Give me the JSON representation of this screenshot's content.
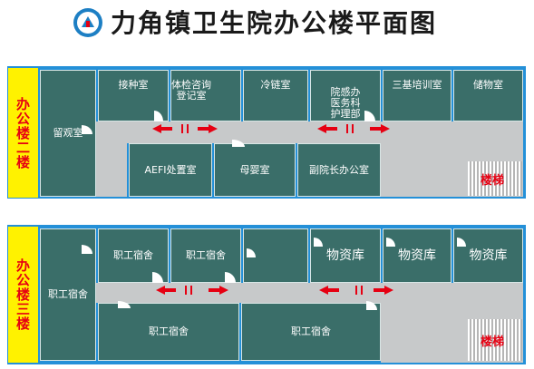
{
  "header": {
    "title": "力角镇卫生院办公楼平面图",
    "logo_icon": "hospital-logo-icon"
  },
  "colors": {
    "floor_bg": "#2490d8",
    "room": "#3a6e69",
    "corridor": "#c7c9ca",
    "label_bg": "#fff200",
    "label_text": "#e60012",
    "arrow": "#e60012"
  },
  "floors": {
    "second": {
      "label": "办公楼二楼",
      "rooms": {
        "observation": "留观室",
        "vaccination": "接种室",
        "health_check": "体检咨询\n登记室",
        "cold_chain": "冷链室",
        "office_dept": "院感办\n医务科\n护理部",
        "training": "三基培训室",
        "storage": "储物室",
        "aefi": "AEFI处置室",
        "maternal": "母婴室",
        "vice_director": "副院长办公室"
      },
      "stairs": "楼梯"
    },
    "third": {
      "label": "办公楼三楼",
      "rooms": {
        "dorm_left": "职工宿舍",
        "dorm_a": "职工宿舍",
        "dorm_b": "职工宿舍",
        "blank": "",
        "supply_1": "物资库",
        "supply_2": "物资库",
        "supply_3": "物资库",
        "dorm_bottom_1": "职工宿舍",
        "dorm_bottom_2": "职工宿舍"
      },
      "stairs": "楼梯"
    }
  }
}
